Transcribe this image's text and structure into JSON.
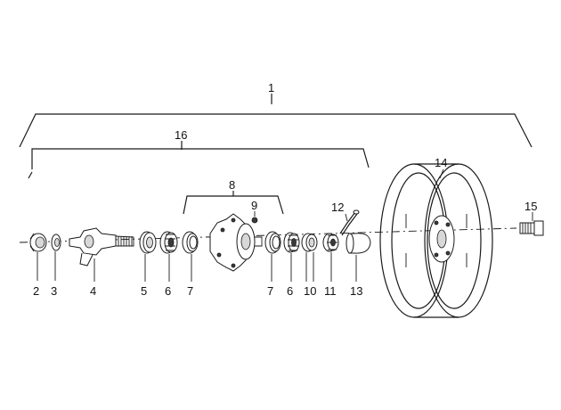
{
  "callouts": {
    "assembly": "1",
    "c2": "2",
    "c3": "3",
    "c4": "4",
    "c5": "5",
    "c6a": "6",
    "c7a": "7",
    "c8": "8",
    "c9": "9",
    "c7b": "7",
    "c6b": "6",
    "c10": "10",
    "c11": "11",
    "c12": "12",
    "c13": "13",
    "c14": "14",
    "c15": "15",
    "c16": "16"
  }
}
